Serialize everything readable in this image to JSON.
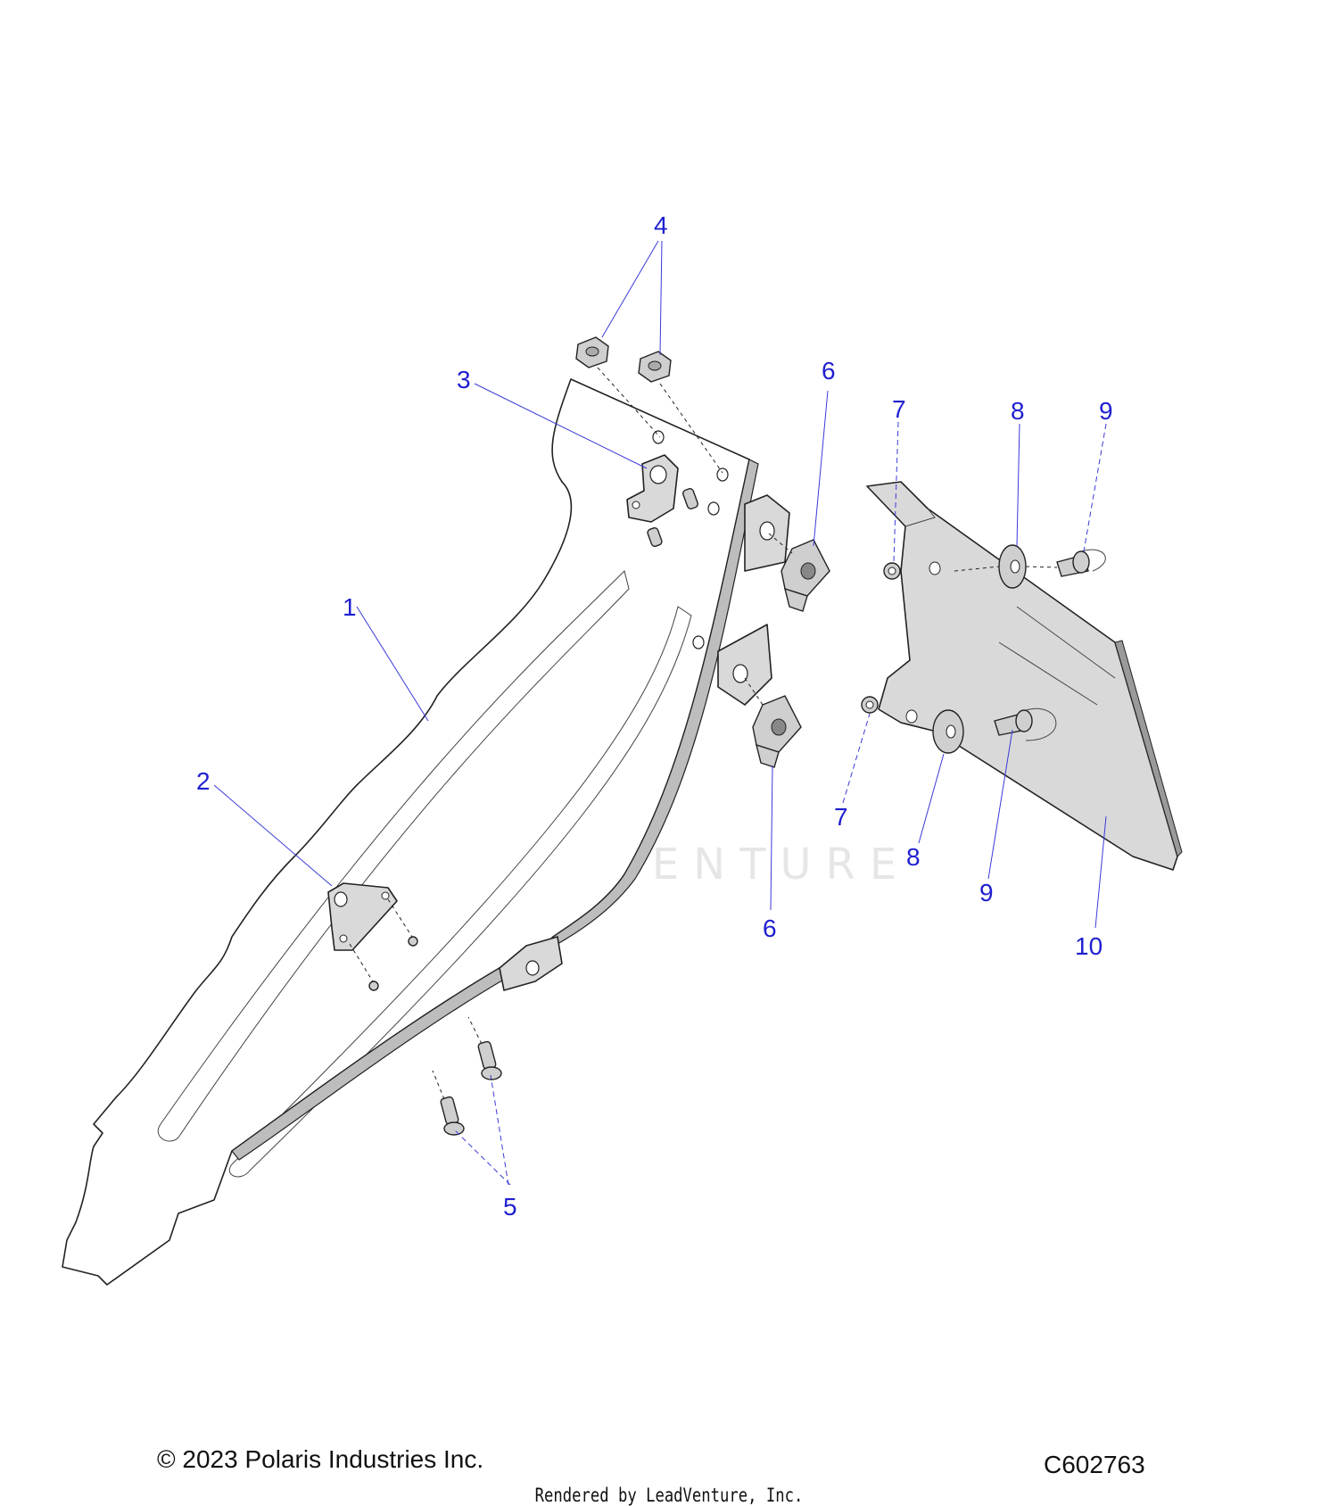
{
  "diagram": {
    "watermark": "LEADVENTURE",
    "callouts": [
      {
        "id": "c1",
        "label": "1"
      },
      {
        "id": "c2",
        "label": "2"
      },
      {
        "id": "c3",
        "label": "3"
      },
      {
        "id": "c4",
        "label": "4"
      },
      {
        "id": "c5",
        "label": "5"
      },
      {
        "id": "c6a",
        "label": "6"
      },
      {
        "id": "c6b",
        "label": "6"
      },
      {
        "id": "c7a",
        "label": "7"
      },
      {
        "id": "c7b",
        "label": "7"
      },
      {
        "id": "c8a",
        "label": "8"
      },
      {
        "id": "c8b",
        "label": "8"
      },
      {
        "id": "c9a",
        "label": "9"
      },
      {
        "id": "c9b",
        "label": "9"
      },
      {
        "id": "c10",
        "label": "10"
      }
    ]
  },
  "footer": {
    "copyright": "© 2023 Polaris Industries Inc.",
    "code": "C602763",
    "rendered_by": "Rendered by LeadVenture, Inc."
  }
}
